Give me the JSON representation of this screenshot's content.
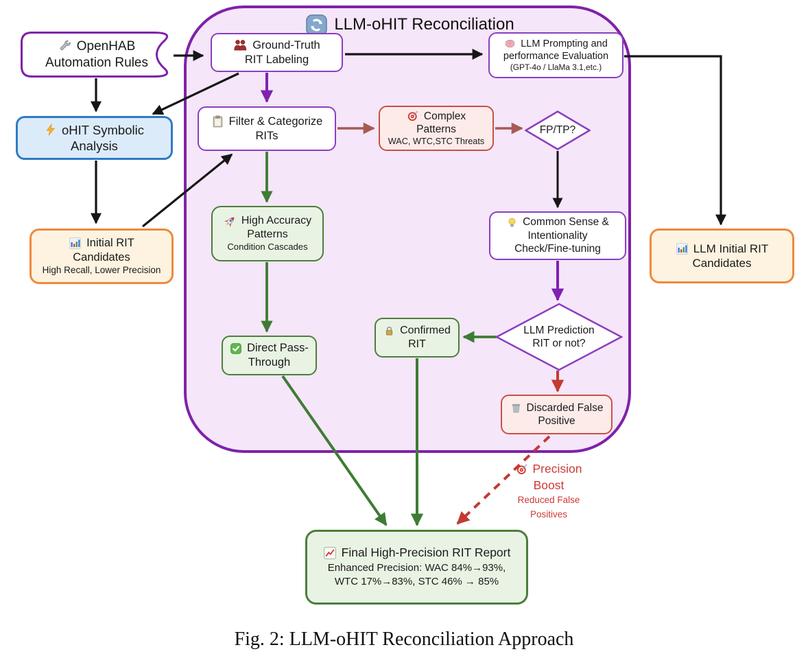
{
  "figure": {
    "caption": "Fig. 2: LLM-oHIT Reconciliation Approach"
  },
  "reconciliation_container": {
    "title": "LLM-oHIT Reconciliation",
    "icon": "refresh-icon"
  },
  "nodes": {
    "openhab": {
      "icon": "wrench-icon",
      "lines": [
        "OpenHAB",
        "Automation Rules"
      ]
    },
    "ground_truth": {
      "icon": "people-icon",
      "lines": [
        "Ground-Truth",
        "RIT Labeling"
      ]
    },
    "llm_prompting": {
      "icon": "brain-icon",
      "lines": [
        "LLM  Prompting and",
        "performance Evaluation",
        "(GPT-4o / LlaMa 3.1,etc.)"
      ]
    },
    "ohit_symbolic": {
      "icon": "lightning-icon",
      "lines": [
        "oHIT Symbolic",
        "Analysis"
      ]
    },
    "filter_categorize": {
      "icon": "clipboard-icon",
      "lines": [
        "Filter & Categorize",
        "RITs"
      ]
    },
    "complex_patterns": {
      "icon": "target-icon",
      "lines": [
        "Complex",
        "Patterns",
        "WAC, WTC,STC Threats"
      ]
    },
    "fp_tp_decision": {
      "label": "FP/TP?"
    },
    "initial_rit": {
      "icon": "bar-chart-icon",
      "lines": [
        "Initial RIT",
        "Candidates",
        "High Recall, Lower Precision"
      ]
    },
    "high_accuracy": {
      "icon": "rocket-icon",
      "lines": [
        "High Accuracy",
        "Patterns",
        "Condition Cascades"
      ]
    },
    "common_sense": {
      "icon": "bulb-icon",
      "lines": [
        "Common Sense &",
        "Intentionality",
        "Check/Fine-tuning"
      ]
    },
    "llm_initial_rit": {
      "icon": "bar-chart-icon",
      "lines": [
        "LLM Initial RIT",
        "Candidates"
      ]
    },
    "direct_pass": {
      "icon": "check-icon",
      "lines": [
        "Direct Pass-",
        "Through"
      ]
    },
    "confirmed_rit": {
      "icon": "lock-icon",
      "lines": [
        "Confirmed",
        "RIT"
      ]
    },
    "llm_prediction_decision": {
      "lines": [
        "LLM Prediction",
        "RIT or not?"
      ]
    },
    "discarded_fp": {
      "icon": "wastebasket-icon",
      "lines": [
        "Discarded False",
        "Positive"
      ]
    },
    "precision_boost": {
      "icon": "target-icon",
      "lines": [
        "Precision",
        "Boost"
      ],
      "sublines": [
        "Reduced False",
        "Positives"
      ]
    },
    "final_report": {
      "icon": "chart-increasing-icon",
      "lines": [
        "Final High-Precision RIT Report",
        "Enhanced Precision: WAC 84%→93%,",
        "WTC 17%→83%, STC 46% → 85%"
      ]
    }
  },
  "colors": {
    "container_fill": "#f5e6f9",
    "container_border": "#7e22a8",
    "node_purple_border": "#8a3fc0",
    "blue_fill": "#dcebfa",
    "blue_border": "#2f7bc4",
    "orange_fill": "#fdf3e0",
    "orange_border": "#ee8a3d",
    "green_fill": "#e9f3e4",
    "green_border": "#4c7e3c",
    "red_fill": "#fcebe9",
    "red_border": "#c5524a",
    "arrow_black": "#161616",
    "arrow_purple": "#8021b0",
    "arrow_green": "#3e7c34",
    "arrow_red": "#c23b32",
    "arrow_darkred": "#a85a52",
    "precision_boost_text": "#cc3b35"
  }
}
